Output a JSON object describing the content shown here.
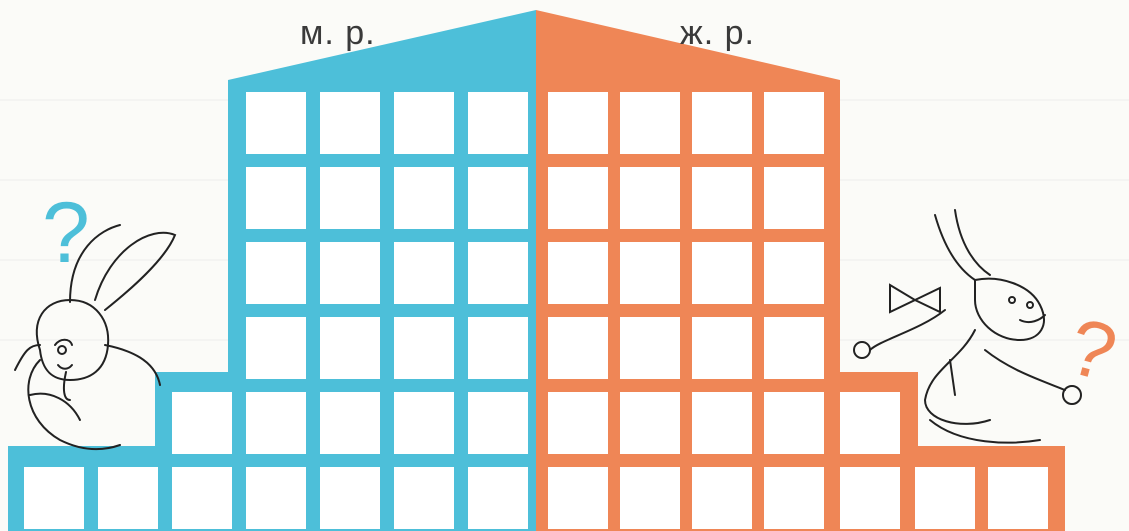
{
  "labels": {
    "masculine": "м. р.",
    "feminine": "ж. р."
  },
  "colors": {
    "masculine_color": "#4dbfd9",
    "feminine_color": "#ef8656",
    "background": "#fbfbf8",
    "cell_fill": "#ffffff",
    "question_mark_color": "#4dbfd9",
    "question_mark_right_color": "#ef8656"
  },
  "question_marks": {
    "left": "?",
    "right": "?"
  },
  "characters": [
    {
      "name": "hare-left",
      "icon": "confused-hare-icon"
    },
    {
      "name": "hare-right",
      "icon": "confused-hare-icon"
    }
  ]
}
